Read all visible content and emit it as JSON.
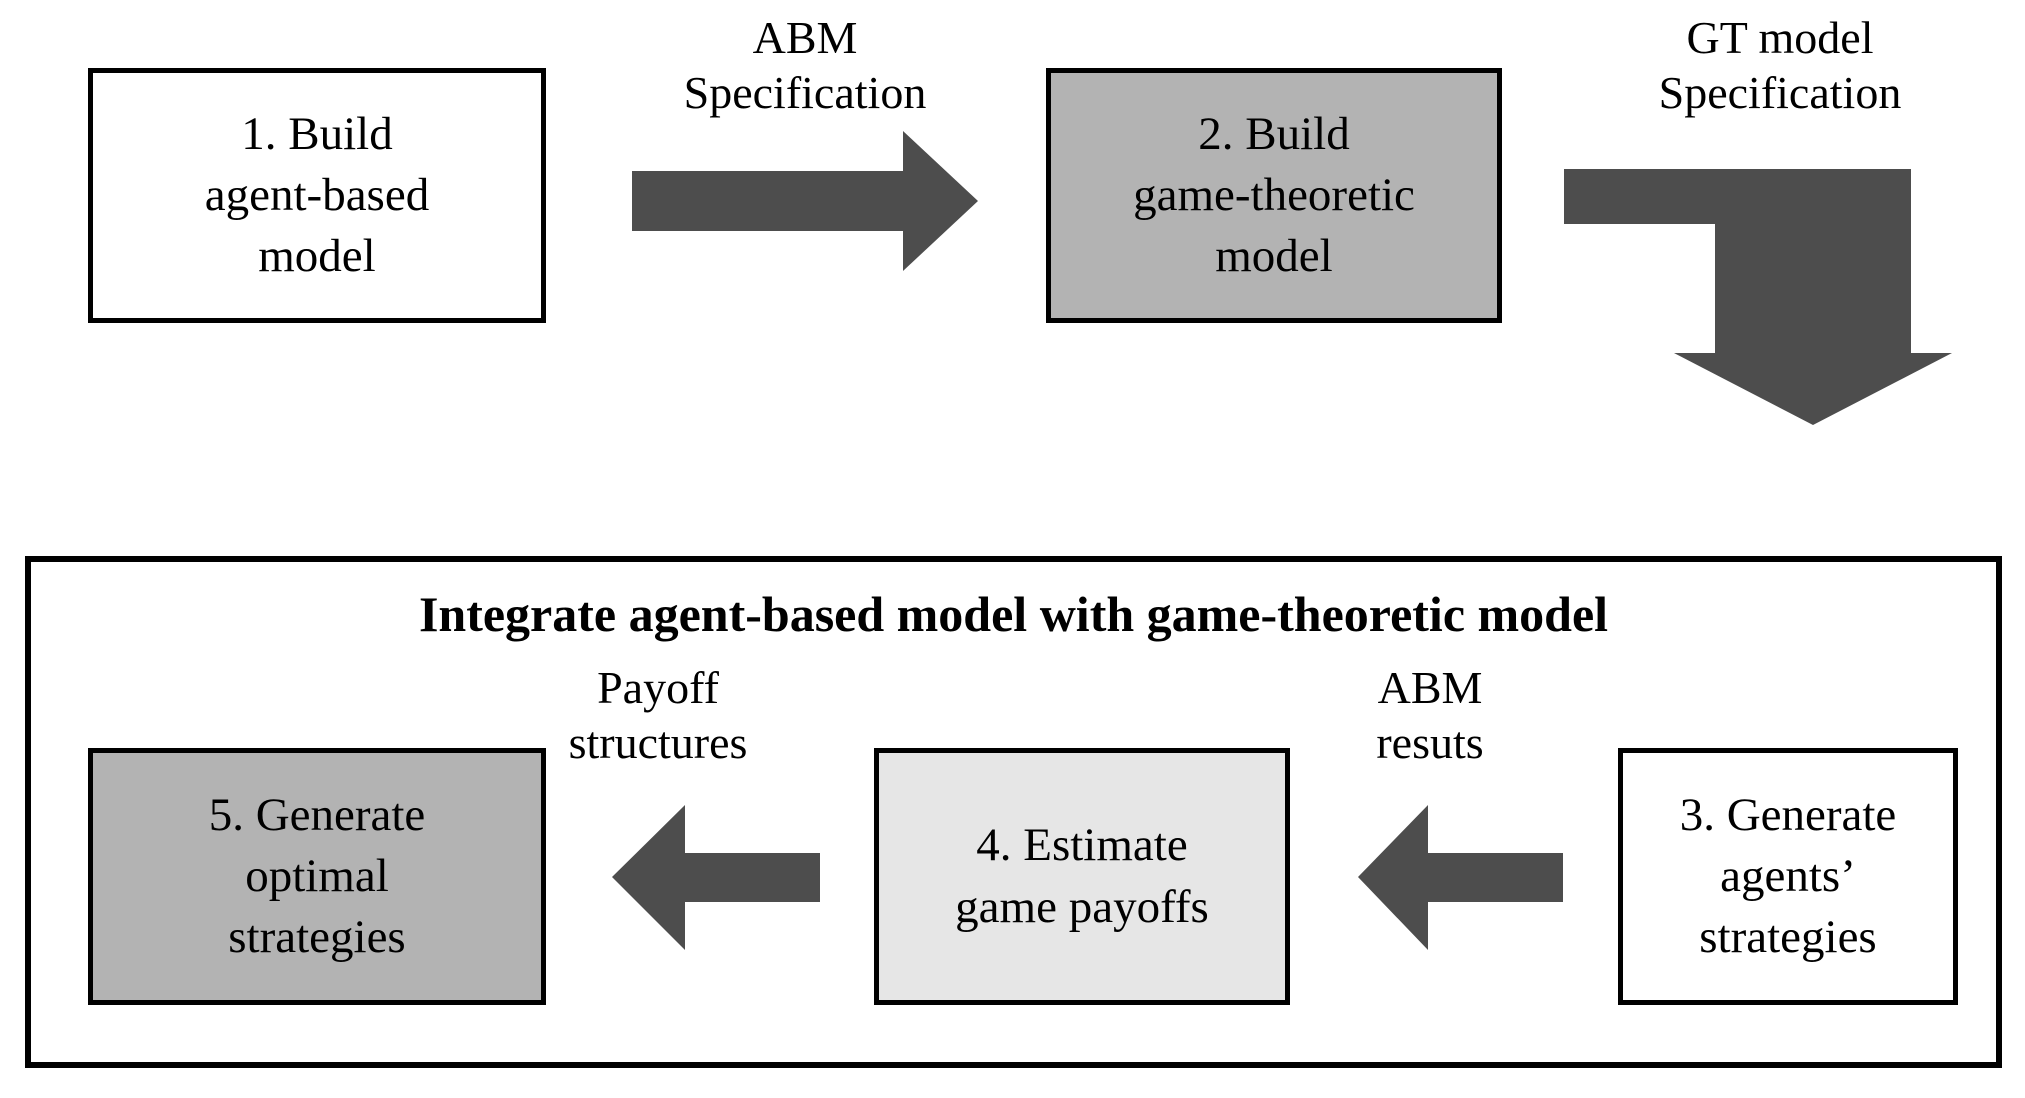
{
  "diagram": {
    "title_visible": false,
    "colors": {
      "arrow_fill": "#4d4d4d",
      "box_border": "#000000",
      "box_fill_white": "#ffffff",
      "box_fill_gray": "#b3b3b3",
      "box_fill_light_gray": "#e6e6e6",
      "text": "#000000",
      "background": "#ffffff"
    },
    "nodes": [
      {
        "id": "step1",
        "number": "1",
        "label": "1. Build\nagent-based\nmodel",
        "fill": "white"
      },
      {
        "id": "step2",
        "number": "2",
        "label": "2. Build\ngame-theoretic\nmodel",
        "fill": "gray"
      },
      {
        "id": "step3",
        "number": "3",
        "label": "3. Generate\nagents’\nstrategies",
        "fill": "white"
      },
      {
        "id": "step4",
        "number": "4",
        "label": "4. Estimate\ngame payoffs",
        "fill": "light-gray"
      },
      {
        "id": "step5",
        "number": "5",
        "label": "5. Generate\noptimal\nstrategies",
        "fill": "gray"
      }
    ],
    "container": {
      "id": "integration-container",
      "title": "Integrate agent-based model with game-theoretic model"
    },
    "edges": [
      {
        "id": "edge-1-to-2",
        "label": "ABM\nSpecification",
        "from": "step1",
        "to": "step2",
        "direction": "right"
      },
      {
        "id": "edge-2-to-3",
        "label": "GT model\nSpecification",
        "from": "step2",
        "to": "step3",
        "direction": "elbow-right-down"
      },
      {
        "id": "edge-3-to-4",
        "label": "ABM\nresuts",
        "from": "step3",
        "to": "step4",
        "direction": "left"
      },
      {
        "id": "edge-4-to-5",
        "label": "Payoff\nstructures",
        "from": "step4",
        "to": "step5",
        "direction": "left"
      }
    ]
  }
}
